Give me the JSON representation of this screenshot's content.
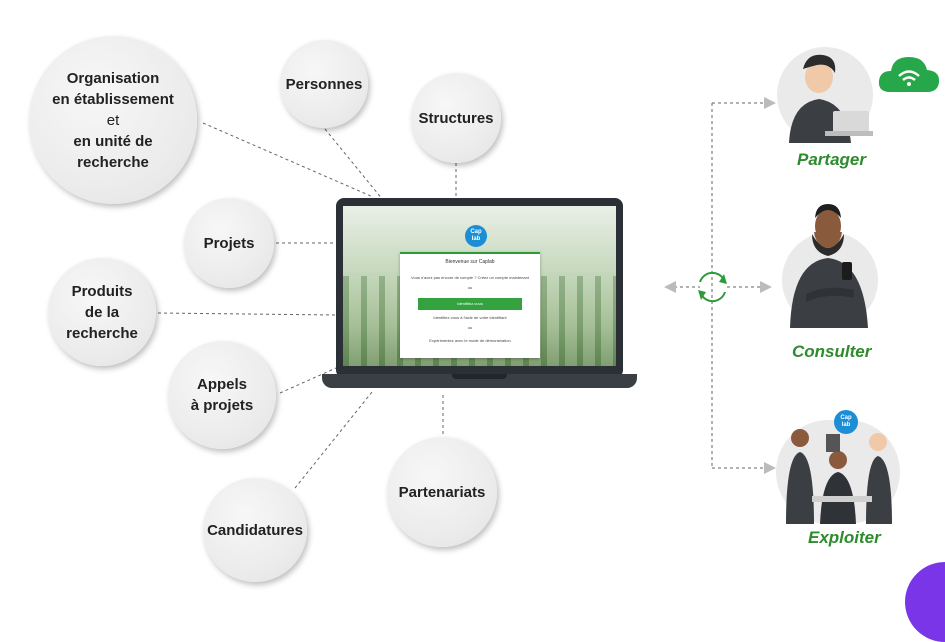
{
  "topics": {
    "organisation": {
      "l1": "Organisation",
      "l2": "en établissement",
      "l3": "et",
      "l4": "en unité de",
      "l5": "recherche"
    },
    "personnes": "Personnes",
    "structures": "Structures",
    "projets": "Projets",
    "produits": {
      "l1": "Produits",
      "l2": "de la",
      "l3": "recherche"
    },
    "appels": {
      "l1": "Appels",
      "l2": "à projets"
    },
    "candidatures": "Candidatures",
    "partenariats": "Partenariats"
  },
  "laptop_screen": {
    "logo_top": "Cap",
    "logo_bottom": "lab",
    "welcome": "Bienvenue sur Caplab",
    "account_prompt": "Vous n'avez pas encore de compte ? Créez un compte maintenant",
    "or_1": "ou",
    "identify_button": "Identifiez-vous",
    "alt_login": "Identifiez-vous à l'aide de votre identifiant",
    "or_2": "ou",
    "demo_link": "Expérimentez avec le mode de démonstration"
  },
  "actions": {
    "partager": "Partager",
    "consulter": "Consulter",
    "exploiter": "Exploiter"
  },
  "colors": {
    "action_green": "#2e8b2e",
    "cloud_green": "#25a74a",
    "accent_purple": "#7a35e8"
  }
}
